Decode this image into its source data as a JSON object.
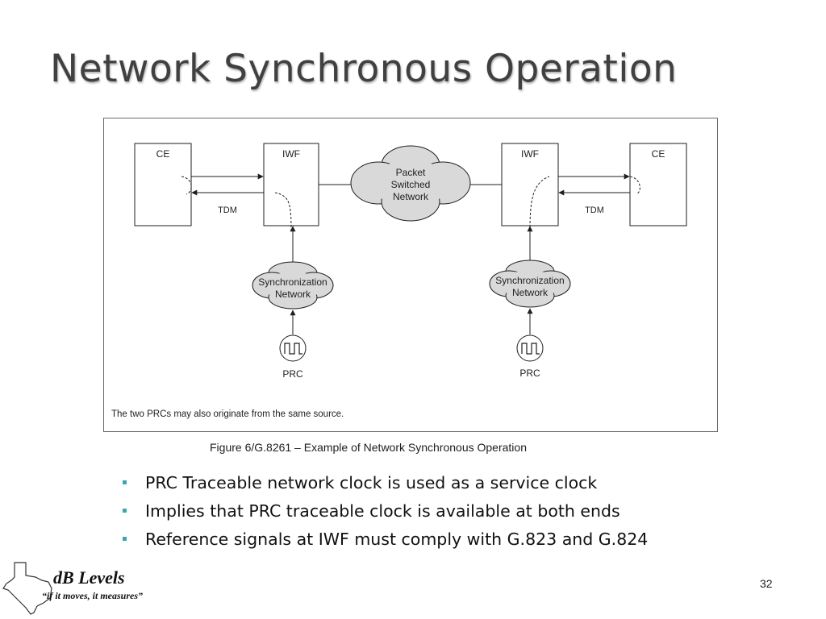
{
  "slide": {
    "title": "Network Synchronous Operation",
    "page_number": "32"
  },
  "diagram": {
    "ce_left": "CE",
    "iwf_left": "IWF",
    "iwf_right": "IWF",
    "ce_right": "CE",
    "tdm_left": "TDM",
    "tdm_right": "TDM",
    "psn_lines": [
      "Packet",
      "Switched",
      "Network"
    ],
    "sync_left_lines": [
      "Synchronization",
      "Network"
    ],
    "sync_right_lines": [
      "Synchronization",
      "Network"
    ],
    "prc_left": "PRC",
    "prc_right": "PRC",
    "note": "The two PRCs may also originate from the same source."
  },
  "caption": "Figure 6/G.8261 – Example of Network Synchronous Operation",
  "bullets": [
    "PRC Traceable network clock is used as a service clock",
    "Implies that PRC traceable clock is available at both ends",
    "Reference signals at IWF must comply with G.823 and G.824"
  ],
  "logo": {
    "name": "dB Levels",
    "tagline": "“if it moves, it measures”"
  },
  "colors": {
    "bullet": "#3aa6ad",
    "cloud_fill": "#d9d9d9",
    "title": "#404040"
  }
}
